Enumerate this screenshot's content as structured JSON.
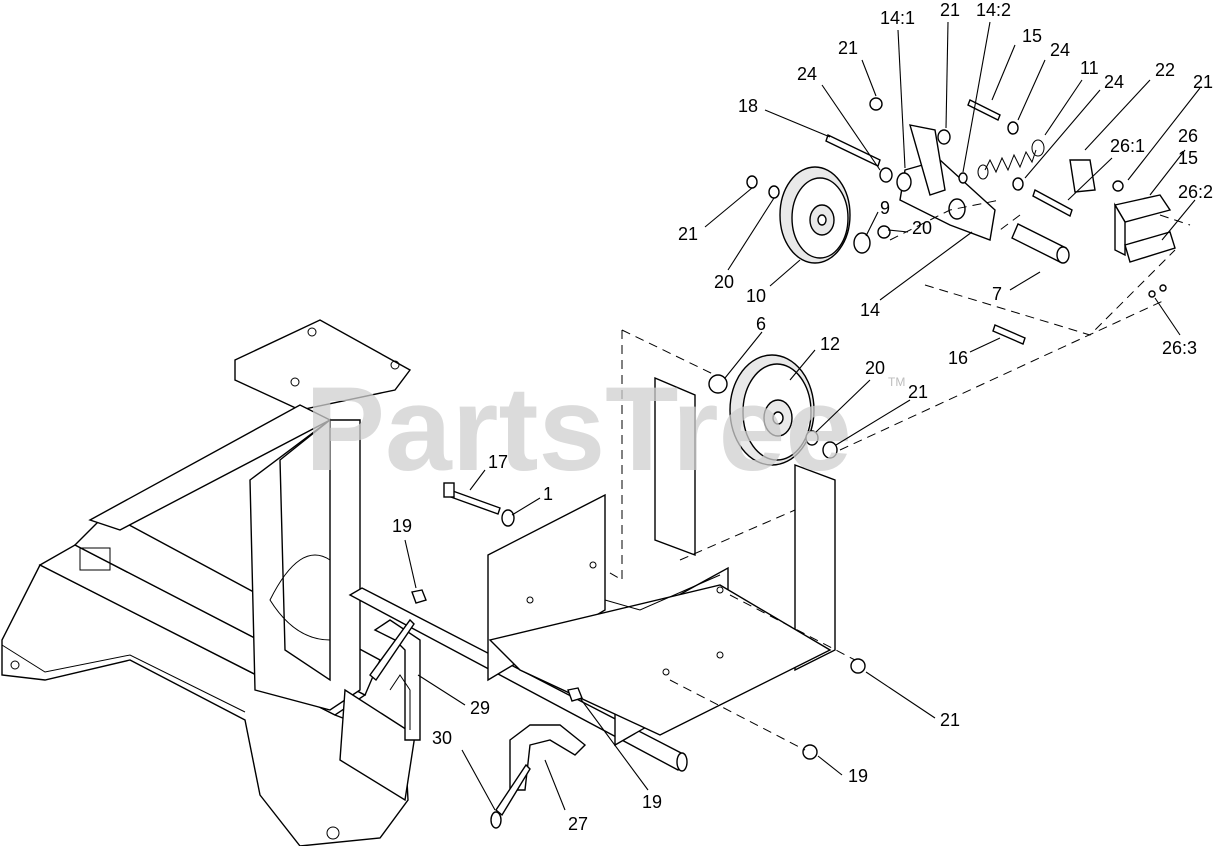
{
  "watermark": {
    "text": "PartsTree",
    "trademark": "TM"
  },
  "callouts": [
    {
      "label": "14:1"
    },
    {
      "label": "21"
    },
    {
      "label": "14:2"
    },
    {
      "label": "15"
    },
    {
      "label": "21"
    },
    {
      "label": "24"
    },
    {
      "label": "24"
    },
    {
      "label": "11"
    },
    {
      "label": "24"
    },
    {
      "label": "22"
    },
    {
      "label": "21"
    },
    {
      "label": "18"
    },
    {
      "label": "26"
    },
    {
      "label": "26:1"
    },
    {
      "label": "15"
    },
    {
      "label": "26:2"
    },
    {
      "label": "9"
    },
    {
      "label": "20"
    },
    {
      "label": "21"
    },
    {
      "label": "20"
    },
    {
      "label": "10"
    },
    {
      "label": "7"
    },
    {
      "label": "14"
    },
    {
      "label": "26:3"
    },
    {
      "label": "6"
    },
    {
      "label": "12"
    },
    {
      "label": "16"
    },
    {
      "label": "20"
    },
    {
      "label": "21"
    },
    {
      "label": "17"
    },
    {
      "label": "1"
    },
    {
      "label": "19"
    },
    {
      "label": "29"
    },
    {
      "label": "30"
    },
    {
      "label": "21"
    },
    {
      "label": "27"
    },
    {
      "label": "19"
    },
    {
      "label": "19"
    }
  ]
}
